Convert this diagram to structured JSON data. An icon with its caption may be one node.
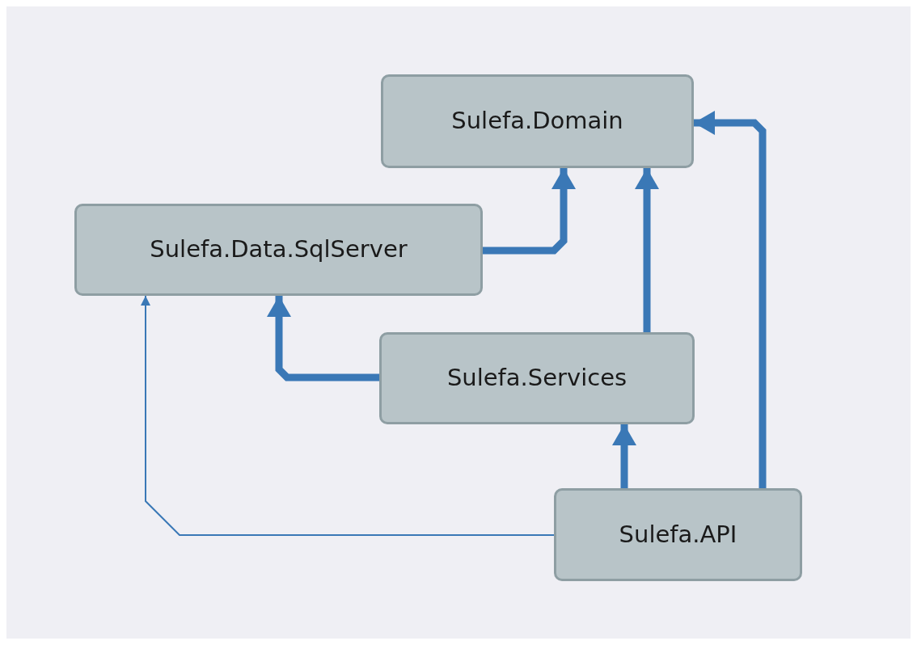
{
  "diagram": {
    "nodes": [
      {
        "text": [
          "Sulefa.Domain"
        ]
      },
      {
        "text": [
          "Sulefa.Data.SqlServer"
        ]
      },
      {
        "text": [
          "Sulefa.Services"
        ]
      },
      {
        "text": [
          "Sulefa.API"
        ]
      }
    ],
    "edges": [
      {
        "from": 1,
        "to": 0,
        "arrow": "to"
      },
      {
        "from": 2,
        "to": 0,
        "arrow": "to"
      },
      {
        "from": 2,
        "to": 1,
        "arrow": "to"
      },
      {
        "from": 3,
        "to": 2,
        "arrow": "to"
      },
      {
        "from": 3,
        "to": 0,
        "arrow": "to"
      },
      {
        "from": 3,
        "to": 1,
        "arrow": "to"
      }
    ]
  }
}
